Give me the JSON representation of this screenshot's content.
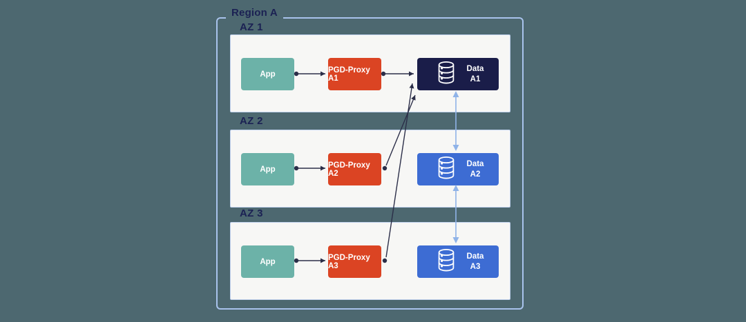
{
  "region": {
    "label": "Region A"
  },
  "zones": [
    {
      "label": "AZ 1",
      "app": {
        "label": "App"
      },
      "proxy": {
        "label": "PGD-Proxy A1"
      },
      "data": {
        "line1": "Data",
        "line2": "A1",
        "role": "primary"
      }
    },
    {
      "label": "AZ 2",
      "app": {
        "label": "App"
      },
      "proxy": {
        "label": "PGD-Proxy A2"
      },
      "data": {
        "line1": "Data",
        "line2": "A2",
        "role": "replica"
      }
    },
    {
      "label": "AZ 3",
      "app": {
        "label": "App"
      },
      "proxy": {
        "label": "PGD-Proxy A3"
      },
      "data": {
        "line1": "Data",
        "line2": "A3",
        "role": "replica"
      }
    }
  ],
  "connections": [
    {
      "from": "app-a1",
      "to": "pgd-proxy-a1",
      "type": "directed"
    },
    {
      "from": "pgd-proxy-a1",
      "to": "data-a1",
      "type": "directed"
    },
    {
      "from": "app-a2",
      "to": "pgd-proxy-a2",
      "type": "directed"
    },
    {
      "from": "pgd-proxy-a2",
      "to": "data-a1",
      "type": "directed"
    },
    {
      "from": "app-a3",
      "to": "pgd-proxy-a3",
      "type": "directed"
    },
    {
      "from": "pgd-proxy-a3",
      "to": "data-a1",
      "type": "directed"
    },
    {
      "from": "data-a1",
      "to": "data-a2",
      "type": "bidirectional"
    },
    {
      "from": "data-a2",
      "to": "data-a3",
      "type": "bidirectional"
    }
  ],
  "colors": {
    "background": "#4d6870",
    "region_border": "#a9c3ec",
    "zone_background": "#f7f7f5",
    "label_text": "#1b2153",
    "app_node": "#6cb2a8",
    "proxy_node": "#db4423",
    "data_primary_node": "#1a1d49",
    "data_replica_node": "#3d6cd3",
    "flow_arrow": "#2b2e48",
    "replication_arrow": "#8fb3e8"
  }
}
